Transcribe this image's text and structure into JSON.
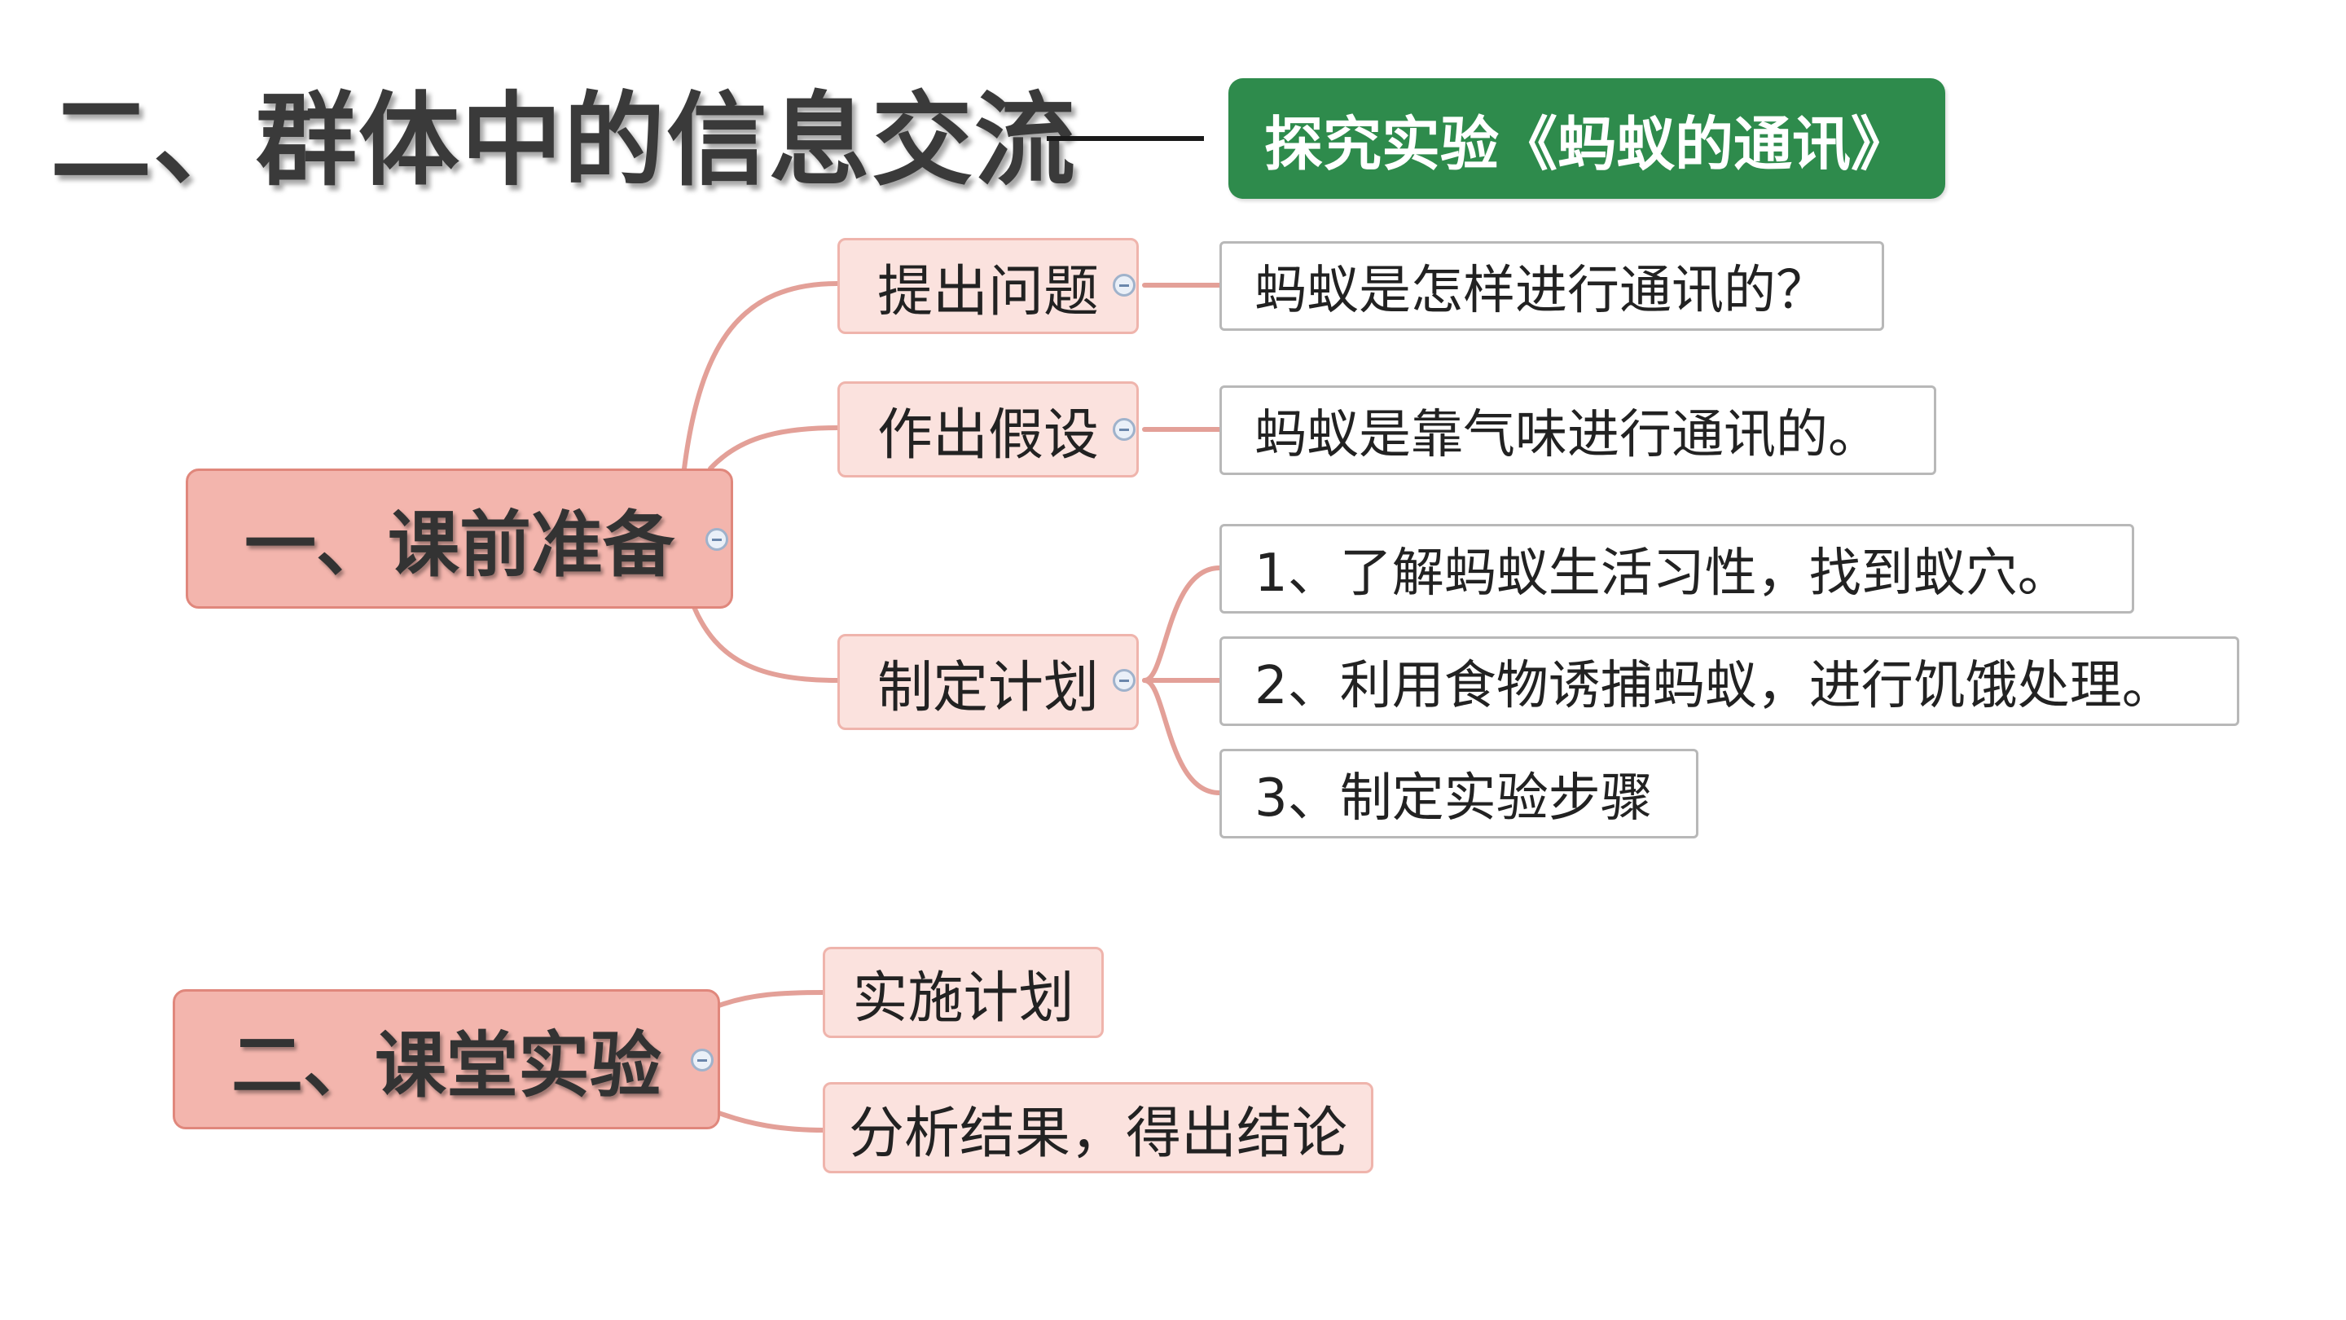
{
  "title": "二、群体中的信息交流",
  "badge": "探究实验《蚂蚁的通讯》",
  "colors": {
    "badge": "#2e8b4c",
    "main_node": "#f3b5ad",
    "sub_node": "#fbe2de",
    "connector": "#e3a098"
  },
  "icons": [
    "collapse-toggle-icon"
  ],
  "mindmap": {
    "prep": {
      "label": "一、课前准备",
      "question": {
        "label": "提出问题",
        "detail": "蚂蚁是怎样进行通讯的？"
      },
      "hypothesis": {
        "label": "作出假设",
        "detail": "蚂蚁是靠气味进行通讯的。"
      },
      "plan": {
        "label": "制定计划",
        "steps": [
          "1、了解蚂蚁生活习性，找到蚁穴。",
          "2、利用食物诱捕蚂蚁，进行饥饿处理。",
          "3、制定实验步骤"
        ]
      }
    },
    "experiment": {
      "label": "二、课堂实验",
      "items": [
        "实施计划",
        "分析结果，得出结论"
      ]
    }
  }
}
